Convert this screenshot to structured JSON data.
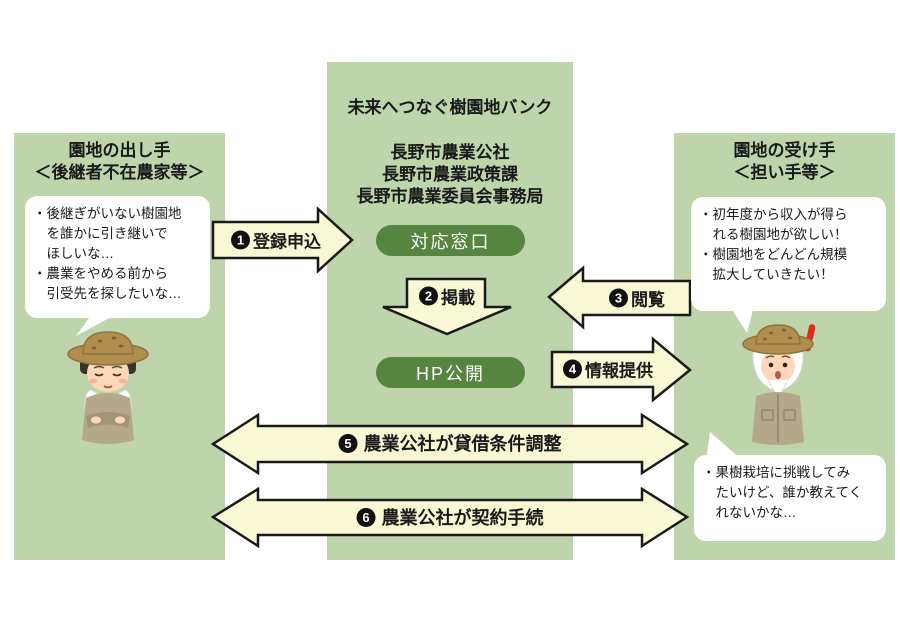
{
  "diagram_title": "未来へつなぐ樹園地バンク",
  "colors": {
    "panel_green": "#bed5ab",
    "pill_green": "#568540",
    "arrow_yellow": "#f8f8d4",
    "outline_black": "#1a1a1a",
    "bubble_white": "#ffffff",
    "exclamation_red": "#dd2b1c"
  },
  "left_panel": {
    "title": "園地の出し手",
    "subtitle": "＜後継者不在農家等＞",
    "header": "園地の出し手\n＜後継者不在農家等＞",
    "bubble": "・後継ぎがいない樹園地\n　を誰かに引き継いで\n　ほしいな…\n・農業をやめる前から\n　引受先を探したいな…"
  },
  "center_panel": {
    "title": "未来へつなぐ樹園地バンク",
    "orgs": "長野市農業公社\n長野市農業政策課\n長野市農業委員会事務局",
    "org_list": [
      "長野市農業公社",
      "長野市農業政策課",
      "長野市農業委員会事務局"
    ],
    "counter_pill": "対応窓口",
    "hp_pill": "HP公開"
  },
  "right_panel": {
    "title": "園地の受け手",
    "subtitle": "＜担い手等＞",
    "header": "園地の受け手\n＜担い手等＞",
    "bubble_top": "・初年度から収入が得ら\n　れる樹園地が欲しい！\n・樹園地をどんどん規模\n　拡大していきたい！",
    "bubble_bottom": "・果樹栽培に挑戦してみ\n　たいけど、誰か教えてく\n　れないかな…"
  },
  "arrows": {
    "a1": {
      "num": "1",
      "label": "登録申込",
      "direction": "left-to-center"
    },
    "a2": {
      "num": "2",
      "label": "掲載",
      "direction": "down"
    },
    "a3": {
      "num": "3",
      "label": "閲覧",
      "direction": "right-to-center"
    },
    "a4": {
      "num": "4",
      "label": "情報提供",
      "direction": "center-to-right"
    },
    "a5": {
      "num": "5",
      "label": "農業公社が貸借条件調整",
      "direction": "both"
    },
    "a6": {
      "num": "6",
      "label": "農業公社が契約手続",
      "direction": "both"
    }
  },
  "icons": {
    "left_farmer": "worried-farmer-straw-hat-arms-crossed",
    "right_farmer": "eager-farmer-straw-hat-white-hood",
    "exclamation": "red-exclamation-mark"
  }
}
